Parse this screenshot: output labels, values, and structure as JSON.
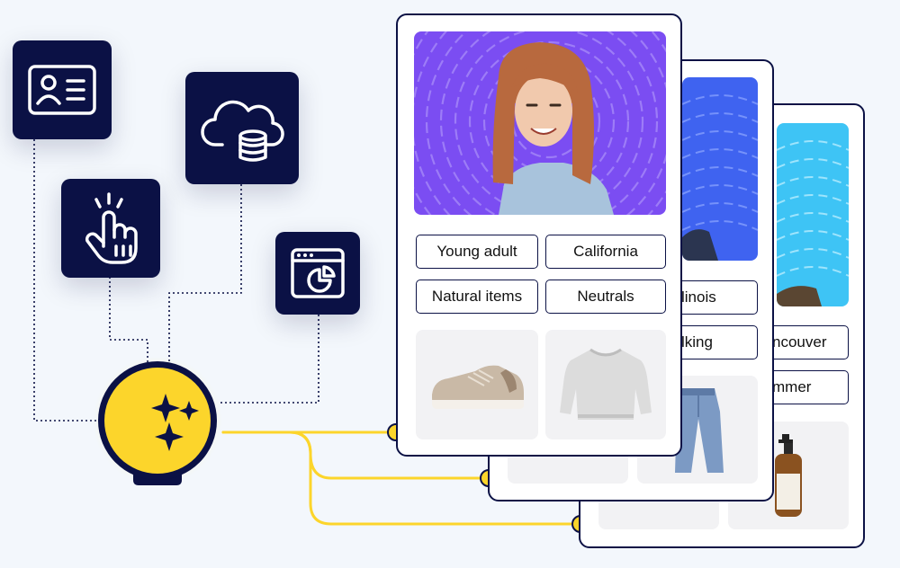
{
  "colors": {
    "navy": "#0b1145",
    "yellow": "#fcd52b",
    "purple": "#7b4df2",
    "blue": "#3f63f0",
    "cyan": "#3ec4f5",
    "background": "#f3f7fc"
  },
  "icons": [
    "id-card-icon",
    "cloud-database-icon",
    "tap-hand-icon",
    "analytics-window-icon",
    "sparkle-ball-icon"
  ],
  "cards": {
    "front": {
      "tags": [
        "Young adult",
        "California",
        "Natural items",
        "Neutrals"
      ],
      "products": [
        "sneaker-icon",
        "sweater-icon"
      ]
    },
    "middle": {
      "tags": [
        "linois",
        "lking"
      ],
      "products": [
        "jeans-icon"
      ]
    },
    "back": {
      "tags": [
        "ncouver",
        "mmer"
      ],
      "products": [
        "pump-bottle-icon"
      ]
    }
  }
}
